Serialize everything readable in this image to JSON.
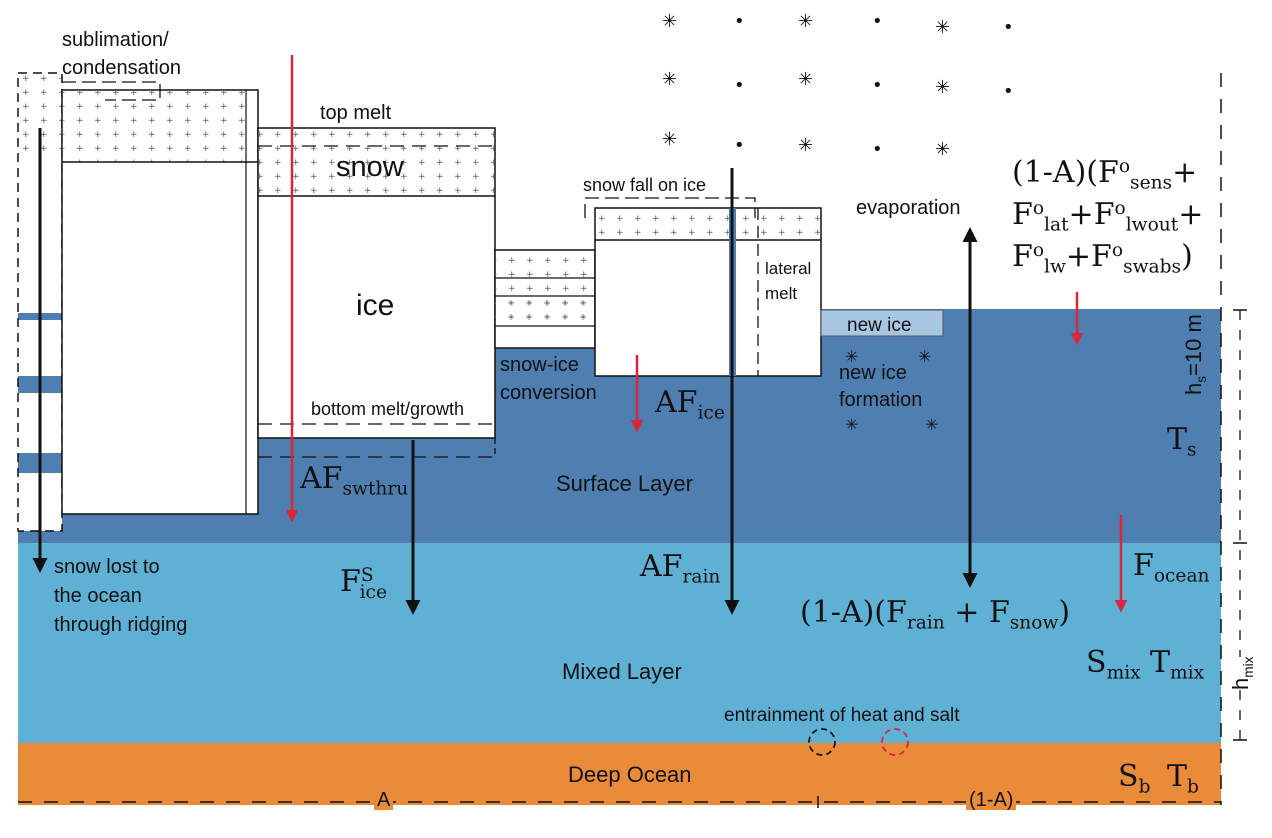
{
  "labels": {
    "sublimation": "sublimation/",
    "condensation": "condensation",
    "top_melt": "top melt",
    "snow": "snow",
    "ice": "ice",
    "bottom_melt": "bottom melt/growth",
    "snow_fall": "snow fall on ice",
    "lateral": "lateral",
    "melt": "melt",
    "evaporation": "evaporation",
    "new_ice": "new ice",
    "new_ice_formation_1": "new ice",
    "new_ice_formation_2": "formation",
    "snow_ice_1": "snow-ice",
    "snow_ice_2": "conversion",
    "surface_layer": "Surface Layer",
    "mixed_layer": "Mixed Layer",
    "deep_ocean": "Deep Ocean",
    "entrainment": "entrainment of heat and salt",
    "snow_lost_1": "snow lost to",
    "snow_lost_2": "the ocean",
    "snow_lost_3": "through ridging",
    "A": "A",
    "one_minus_A": "(1-A)"
  },
  "fluxes": {
    "af": "AF",
    "ice_sub": "ice",
    "swthru_sub": "swthru",
    "rain_sub": "rain",
    "f": "F",
    "s_sup": "S",
    "ocean_sub": "ocean",
    "atm_line1": "(1-A)(F",
    "o_sup": "o",
    "sens_sub": "sens",
    "plus": "+",
    "lat_sub": "lat",
    "lwout_sub": "lwout",
    "lw_sub": "lw",
    "swabs_sub": "swabs",
    "close": ")",
    "precip_pre": "(1-A)(F",
    "precip_plus": " + F",
    "snow_sub": "snow",
    "T": "T",
    "S": "S",
    "s_lower": "s",
    "mix_sub": "mix",
    "b_sub": "b"
  },
  "depth_labels": {
    "hs": "h",
    "hs_sub": "s",
    "hs_val": "=10 m",
    "hmix": "h",
    "hmix_sub": "mix"
  },
  "colors": {
    "surface_layer": "#4f7fb1",
    "mixed_layer": "#5fb0d5",
    "deep_ocean": "#e98b38",
    "new_ice": "#a7c6e1",
    "red_arrow": "#d9263a",
    "black": "#111111"
  }
}
